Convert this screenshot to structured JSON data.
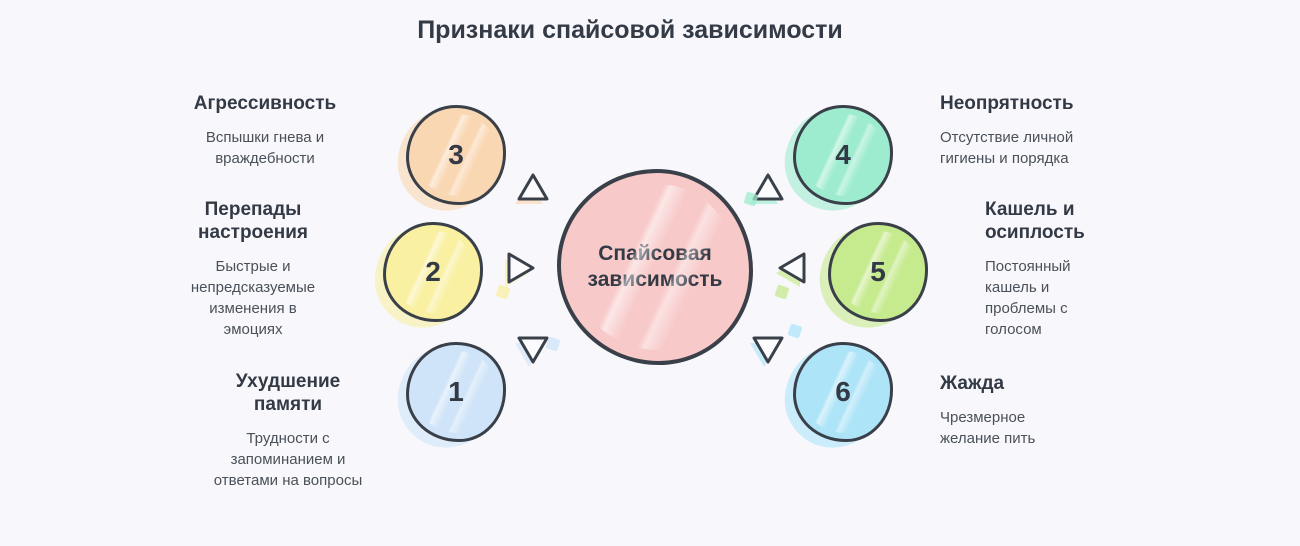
{
  "title": "Признаки спайсовой зависимости",
  "center": {
    "label": "Спайсовая зависимость",
    "fill": "#f8c9c9"
  },
  "items": [
    {
      "number": "1",
      "title": "Ухудшение памяти",
      "description": "Трудности с запоминанием и ответами на вопросы",
      "fill": "#cfe4f8"
    },
    {
      "number": "2",
      "title": "Перепады настроения",
      "description": "Быстрые и непредсказуемые изменения в эмоциях",
      "fill": "#f9f0a2"
    },
    {
      "number": "3",
      "title": "Агрессивность",
      "description": "Вспышки гнева и враждебности",
      "fill": "#fad7b3"
    },
    {
      "number": "4",
      "title": "Неопрятность",
      "description": "Отсутствие личной гигиены и порядка",
      "fill": "#9eeccf"
    },
    {
      "number": "5",
      "title": "Кашель и осиплость",
      "description": "Постоянный кашель и проблемы с голосом",
      "fill": "#c6ea8e"
    },
    {
      "number": "6",
      "title": "Жажда",
      "description": "Чрезмерное желание пить",
      "fill": "#aee4f8"
    }
  ],
  "colors": {
    "background": "#f8f8fc",
    "ink": "#3a4049"
  }
}
